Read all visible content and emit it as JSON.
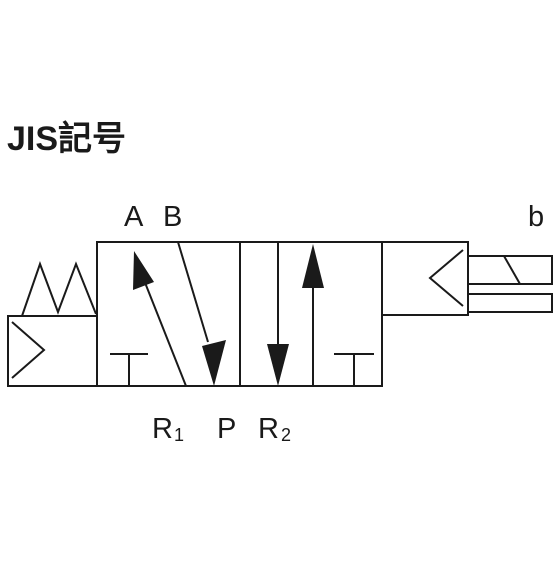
{
  "title": "JIS記号",
  "ports": {
    "A": "A",
    "B": "B",
    "b": "b",
    "R1": {
      "letter": "R",
      "sub": "1"
    },
    "P": "P",
    "R2": {
      "letter": "R",
      "sub": "2"
    }
  }
}
